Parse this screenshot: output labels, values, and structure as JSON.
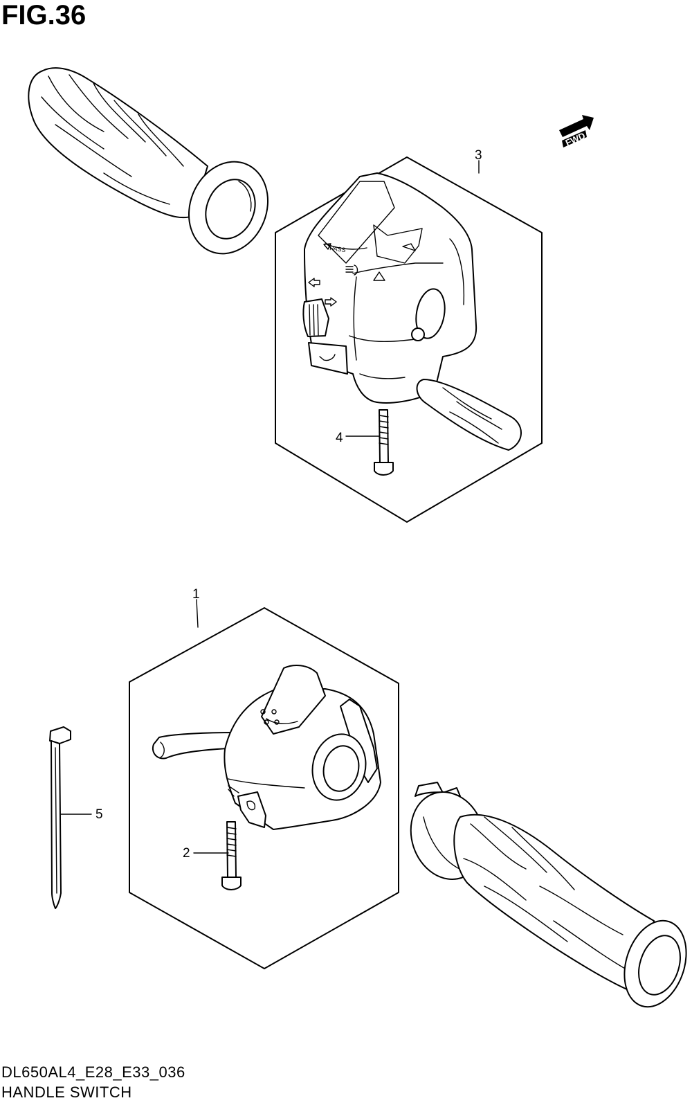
{
  "header": {
    "figure_title": "FIG.36"
  },
  "badge": {
    "fwd_label": "FWD"
  },
  "callouts": [
    {
      "number": "1"
    },
    {
      "number": "2"
    },
    {
      "number": "3"
    },
    {
      "number": "4"
    },
    {
      "number": "5"
    }
  ],
  "footer": {
    "model_code": "DL650AL4_E28_E33_036",
    "section_name": "HANDLE SWITCH"
  },
  "symbols": {
    "pass_label": "PASS"
  }
}
